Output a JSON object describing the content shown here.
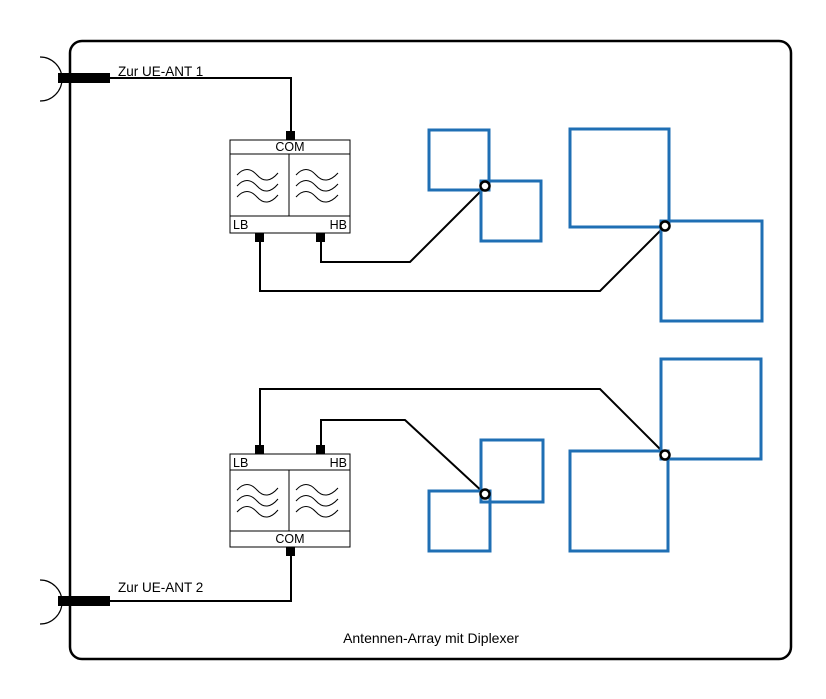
{
  "caption": "Antennen-Array mit Diplexer",
  "ports": [
    {
      "label": "Zur UE-ANT 1"
    },
    {
      "label": "Zur UE-ANT 2"
    }
  ],
  "diplexers": [
    {
      "com": "COM",
      "lb": "LB",
      "hb": "HB"
    },
    {
      "com": "COM",
      "lb": "LB",
      "hb": "HB"
    }
  ],
  "colors": {
    "patch": "#1f6fb4",
    "wire": "#000000",
    "frame": "#000000"
  },
  "icons": [
    "connector-icon",
    "filter-icon"
  ]
}
